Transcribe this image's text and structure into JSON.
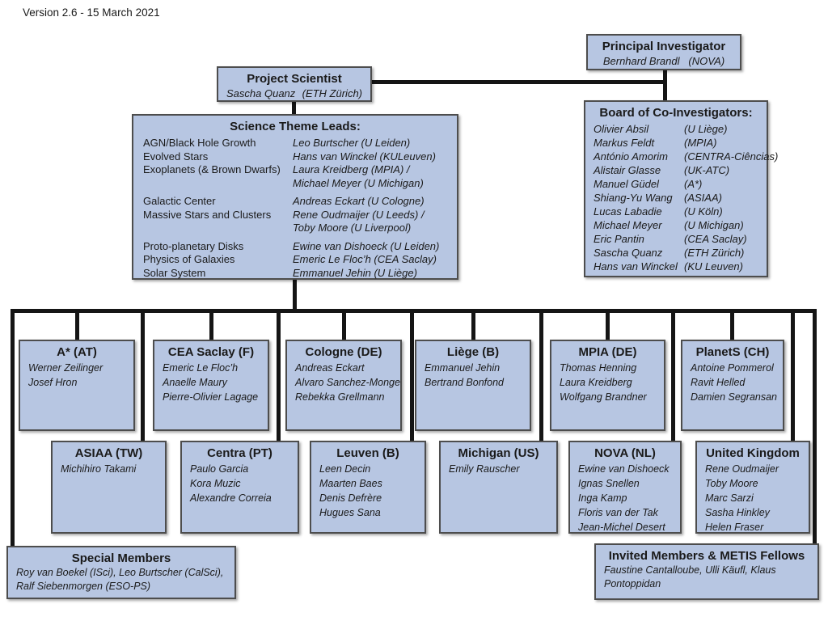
{
  "version_label": "Version 2.6 -  15 March 2021",
  "principal_investigator": {
    "title": "Principal Investigator",
    "name": "Bernhard Brandl",
    "affiliation": "(NOVA)"
  },
  "project_scientist": {
    "title": "Project Scientist",
    "name": "Sascha Quanz",
    "affiliation": "(ETH Zürich)"
  },
  "science_theme_leads": {
    "title": "Science Theme Leads:",
    "rows": [
      {
        "theme": "AGN/Black Hole Growth",
        "lead": "Leo Burtscher (U Leiden)"
      },
      {
        "theme": "Evolved Stars",
        "lead": "Hans van Winckel  (KULeuven)"
      },
      {
        "theme": "Exoplanets (& Brown Dwarfs)",
        "lead": "Laura Kreidberg (MPIA) /"
      },
      {
        "theme": "",
        "lead": "Michael Meyer (U Michigan)"
      },
      {
        "theme": "Galactic Center",
        "lead": "Andreas Eckart (U Cologne)",
        "gap": true
      },
      {
        "theme": "Massive Stars and Clusters",
        "lead": "Rene Oudmaijer (U Leeds) /"
      },
      {
        "theme": "",
        "lead": "Toby Moore (U Liverpool)"
      },
      {
        "theme": "Proto-planetary Disks",
        "lead": "Ewine van Dishoeck (U Leiden)",
        "gap": true
      },
      {
        "theme": "Physics of Galaxies",
        "lead": "Emeric Le Floc’h (CEA Saclay)"
      },
      {
        "theme": "Solar System",
        "lead": "Emmanuel Jehin (U Liège)"
      }
    ]
  },
  "board": {
    "title": "Board of Co-Investigators:",
    "members": [
      {
        "name": "Olivier Absil",
        "affiliation": "(U Liège)"
      },
      {
        "name": "Markus Feldt",
        "affiliation": "(MPIA)"
      },
      {
        "name": "António Amorim",
        "affiliation": "(CENTRA-Ciências)"
      },
      {
        "name": "Alistair Glasse",
        "affiliation": "(UK-ATC)"
      },
      {
        "name": "Manuel Güdel",
        "affiliation": "(A*)"
      },
      {
        "name": "Shiang-Yu Wang",
        "affiliation": "(ASIAA)"
      },
      {
        "name": "Lucas Labadie",
        "affiliation": "(U Köln)"
      },
      {
        "name": "Michael Meyer",
        "affiliation": "(U Michigan)"
      },
      {
        "name": "Eric Pantin",
        "affiliation": "(CEA Saclay)"
      },
      {
        "name": "Sascha Quanz",
        "affiliation": "(ETH Zürich)"
      },
      {
        "name": "Hans van Winckel",
        "affiliation": "(KU Leuven)"
      }
    ]
  },
  "teams": [
    {
      "title": "A* (AT)",
      "members": [
        "Werner Zeilinger",
        "Josef Hron"
      ]
    },
    {
      "title": "CEA Saclay (F)",
      "members": [
        "Emeric Le Floc’h",
        "Anaelle Maury",
        "Pierre-Olivier Lagage"
      ]
    },
    {
      "title": "Cologne (DE)",
      "members": [
        "Andreas Eckart",
        "Alvaro Sanchez-Monge",
        "Rebekka Grellmann"
      ]
    },
    {
      "title": "Liège (B)",
      "members": [
        "Emmanuel Jehin",
        "Bertrand Bonfond"
      ]
    },
    {
      "title": "MPIA (DE)",
      "members": [
        "Thomas Henning",
        "Laura Kreidberg",
        "Wolfgang Brandner"
      ]
    },
    {
      "title": "PlanetS (CH)",
      "members": [
        "Antoine Pommerol",
        "Ravit Helled",
        "Damien Segransan"
      ]
    },
    {
      "title": "ASIAA (TW)",
      "members": [
        "Michihiro Takami"
      ]
    },
    {
      "title": "Centra (PT)",
      "members": [
        "Paulo Garcia",
        "Kora Muzic",
        "Alexandre Correia"
      ]
    },
    {
      "title": "Leuven (B)",
      "members": [
        "Leen Decin",
        "Maarten Baes",
        "Denis Defrère",
        "Hugues Sana"
      ]
    },
    {
      "title": "Michigan (US)",
      "members": [
        "Emily Rauscher"
      ]
    },
    {
      "title": "NOVA (NL)",
      "members": [
        "Ewine van Dishoeck",
        "Ignas Snellen",
        "Inga Kamp",
        "Floris van der Tak",
        "Jean-Michel Desert"
      ]
    },
    {
      "title": "United Kingdom",
      "members": [
        "Rene Oudmaijer",
        "Toby Moore",
        "Marc Sarzi",
        "Sasha Hinkley",
        "Helen Fraser"
      ]
    }
  ],
  "special_members": {
    "title": "Special Members",
    "text": "Roy van Boekel (ISci), Leo Burtscher (CalSci), Ralf Siebenmorgen (ESO-PS)"
  },
  "invited_members": {
    "title": "Invited Members & METIS Fellows",
    "text": "Faustine Cantalloube, Ulli Käufl, Klaus Pontoppidan"
  }
}
